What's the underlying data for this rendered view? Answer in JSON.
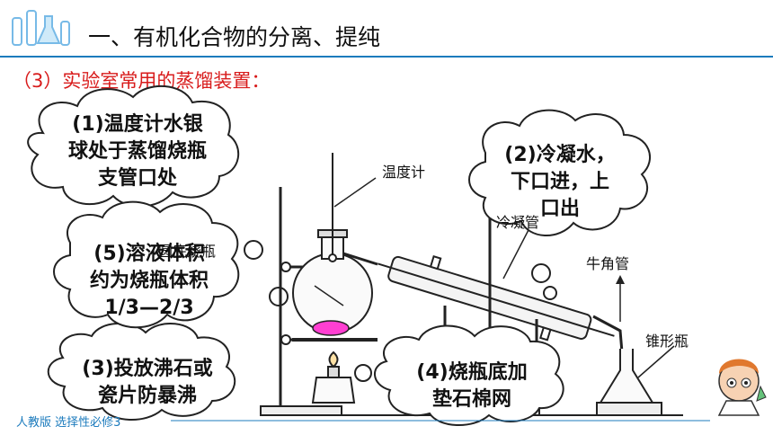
{
  "header": {
    "title": "一、有机化合物的分离、提纯",
    "subtitle": "（3）实验室常用的蒸馏装置："
  },
  "labels": {
    "thermometer": "温度计",
    "condenser": "冷凝管",
    "flask": "圆底烧瓶",
    "adapter": "牛角管",
    "erlenmeyer": "锥形瓶"
  },
  "notes": {
    "note1": {
      "line1": "(1)温度计水银",
      "line2": "球处于蒸馏烧瓶",
      "line3": "支管口处"
    },
    "note2": {
      "line1": "(2)冷凝水，",
      "line2": "下口进，上",
      "line3": "口出"
    },
    "note3": {
      "line1": "(3)投放沸石或",
      "line2": "瓷片防暴沸"
    },
    "note4": {
      "line1": "(4)烧瓶底加",
      "line2": "垫石棉网"
    },
    "note5": {
      "line1": "(5)溶液体积",
      "line2": "约为烧瓶体积",
      "line3": "1/3—2/3"
    }
  },
  "footer": {
    "text": "人教版 选择性必修3"
  },
  "colors": {
    "accent": "#1c7bbd",
    "subtitle": "#d81b1b",
    "liquid": "#ff3fd2"
  }
}
